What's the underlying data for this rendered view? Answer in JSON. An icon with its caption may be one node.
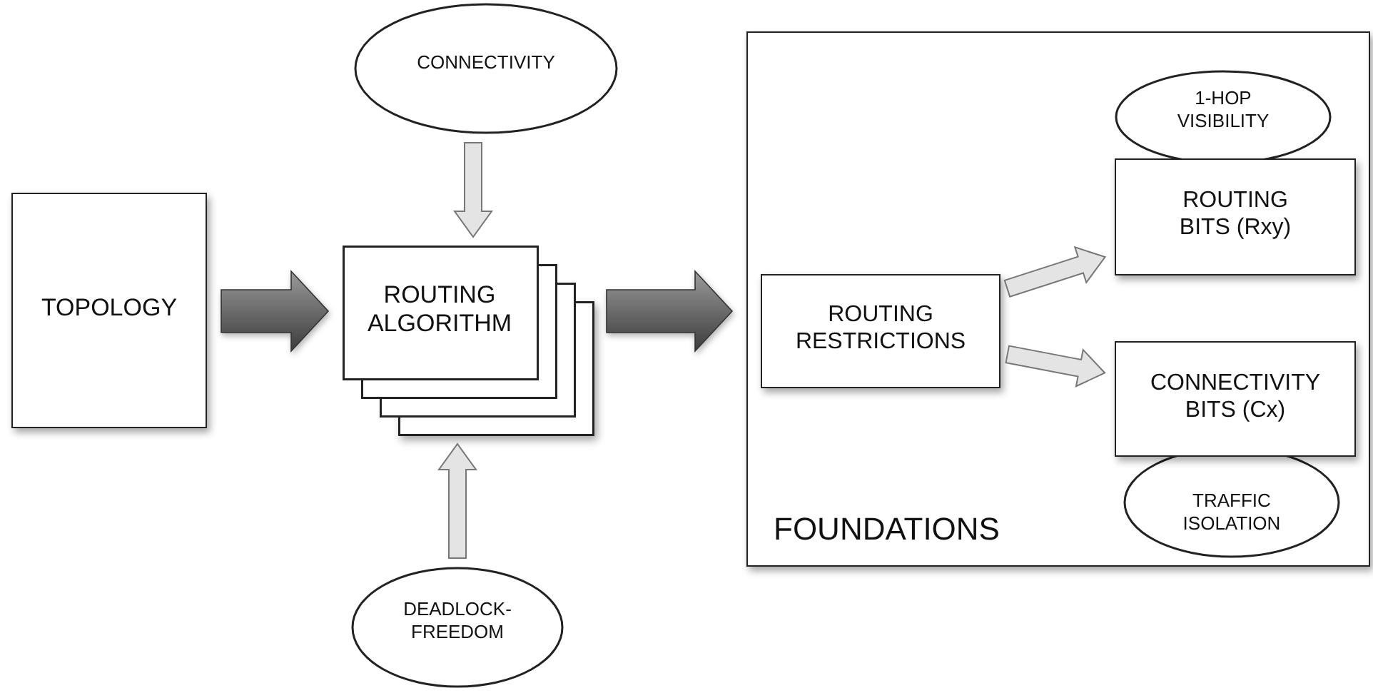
{
  "diagram": {
    "nodes": [
      {
        "text": [
          "CONNECTIVITY"
        ]
      },
      {
        "text": [
          "TOPOLOGY"
        ]
      },
      {
        "text": [
          "ROUTING ALGORITHM"
        ]
      },
      {
        "text": [
          "DEADLOCK- FREEDOM"
        ]
      },
      {
        "text": [
          "FOUNDATIONS"
        ]
      },
      {
        "text": [
          "ROUTING RESTRICTIONS"
        ],
        "in": 4
      },
      {
        "text": [
          "1-HOP VISIBILITY"
        ],
        "in": 4
      },
      {
        "text": [
          "ROUTING BITS (Rxy)"
        ],
        "in": 4
      },
      {
        "text": [
          "CONNECTIVITY BITS (Cx)"
        ],
        "in": 4
      },
      {
        "text": [
          "TRAFFIC ISOLATION"
        ],
        "in": 4
      }
    ],
    "edges": [
      {
        "from": 0,
        "to": 2,
        "arrow": "to"
      },
      {
        "from": 1,
        "to": 2,
        "arrow": "to",
        "style": "thick"
      },
      {
        "from": 3,
        "to": 2,
        "arrow": "to"
      },
      {
        "from": 2,
        "to": 4,
        "arrow": "to",
        "style": "thick"
      },
      {
        "from": 5,
        "to": 7,
        "arrow": "to"
      },
      {
        "from": 5,
        "to": 8,
        "arrow": "to"
      }
    ]
  }
}
